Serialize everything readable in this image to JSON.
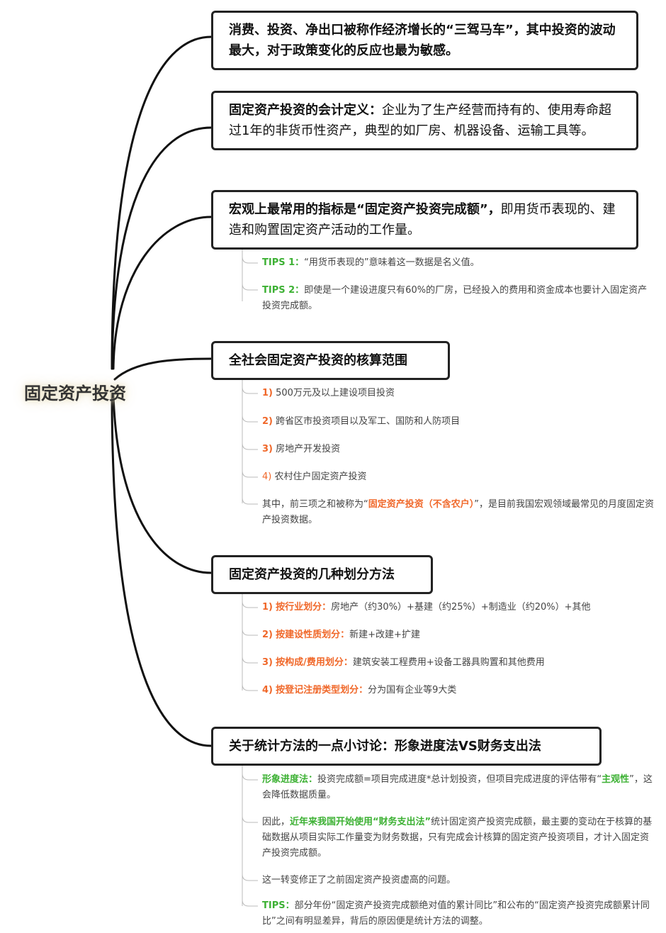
{
  "root": {
    "label": "固定资产投资"
  },
  "topics": [
    {
      "text": "消费、投资、净出口被称作经济增长的“三驾马车”，其中投资的波动最大，对于政策变化的反应也最为敏感。"
    },
    {
      "bold": "固定资产投资的会计定义：",
      "text": "企业为了生产经营而持有的、使用寿命超过1年的非货币性资产，典型的如厂房、机器设备、运输工具等。"
    },
    {
      "bold": "宏观上最常用的指标是“固定资产投资完成额”，",
      "text": "即用货币表现的、建造和购置固定资产活动的工作量。"
    },
    {
      "text": "全社会固定资产投资的核算范围"
    },
    {
      "text": "固定资产投资的几种划分方法"
    },
    {
      "text": "关于统计方法的一点小讨论：形象进度法VS财务支出法"
    }
  ],
  "tips_section": [
    {
      "label": "TIPS 1：",
      "text": "“用货币表现的”意味着这一数据是名义值。"
    },
    {
      "label": "TIPS 2：",
      "text": "即使是一个建设进度只有60%的厂房，已经投入的费用和资金成本也要计入固定资产投资完成额。"
    }
  ],
  "scope_items": [
    {
      "num": "1)",
      "text": "500万元及以上建设项目投资"
    },
    {
      "num": "2)",
      "text": "跨省区市投资项目以及军工、国防和人防项目"
    },
    {
      "num": "3)",
      "text": "房地产开发投资"
    },
    {
      "num": "4)",
      "text": "农村住户固定资产投资"
    }
  ],
  "scope_note": {
    "before": "其中，前三项之和被称为“",
    "highlight": "固定资产投资（不含农户）",
    "after": "”，是目前我国宏观领域最常见的月度固定资产投资数据。"
  },
  "methods": [
    {
      "num": "1)",
      "label": "按行业划分：",
      "text": "房地产（约30%）+基建（约25%）+制造业（约20%）+其他"
    },
    {
      "num": "2)",
      "label": "按建设性质划分：",
      "text": "新建+改建+扩建"
    },
    {
      "num": "3)",
      "label": "按构成/费用划分：",
      "text": "建筑安装工程费用+设备工器具购置和其他费用"
    },
    {
      "num": "4)",
      "label": "按登记注册类型划分：",
      "text": "分为国有企业等9大类"
    }
  ],
  "discussion": {
    "p1": {
      "label": "形象进度法：",
      "text1": "投资完成额=项目完成进度*总计划投资，但项目完成进度的评估带有“",
      "hl": "主观性",
      "text2": "”，这会降低数据质量。"
    },
    "p2": {
      "text1": "因此，",
      "hl": "近年来我国开始使用“财务支出法”",
      "text2": "统计固定资产投资完成额，最主要的变动在于核算的基础数据从项目实际工作量变为财务数据，只有完成会计核算的固定资产投资项目，才计入固定资产投资完成额。"
    },
    "p3": {
      "text": "这一转变修正了之前固定资产投资虚高的问题。"
    },
    "p4": {
      "label": "TIPS：",
      "text": "部分年份“固定资产投资完成额绝对值的累计同比”和公布的“固定资产投资完成额累计同比”之间有明显差异，背后的原因便是统计方法的调整。"
    }
  },
  "colors": {
    "green": "#3db134",
    "orange": "#f0682a",
    "line": "#111111",
    "leaf_line": "#bbbbbb"
  }
}
